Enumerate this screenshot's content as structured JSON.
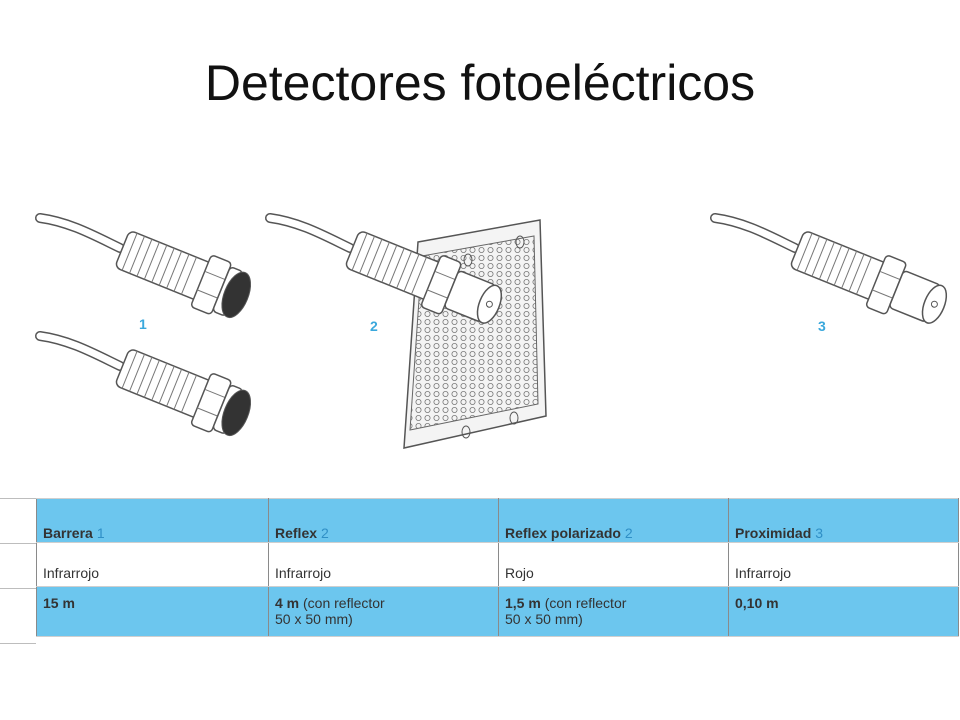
{
  "slide": {
    "title": "Detectores fotoeléctricos"
  },
  "illustration": {
    "labels": [
      "1",
      "2",
      "3"
    ],
    "colors": {
      "label": "#3aa8dc",
      "line": "#555555",
      "lens": "#333333"
    }
  },
  "table": {
    "header": [
      {
        "name": "Barrera",
        "num": "1"
      },
      {
        "name": "Reflex",
        "num": "2"
      },
      {
        "name": "Reflex polarizado",
        "num": "2"
      },
      {
        "name": "Proximidad",
        "num": "3"
      }
    ],
    "light_type": [
      "Infrarrojo",
      "Infrarrojo",
      "Rojo",
      "Infrarrojo"
    ],
    "range": [
      {
        "value": "15 m",
        "note": "",
        "note2": ""
      },
      {
        "value": "4 m",
        "note": " (con reflector",
        "note2": "50 x 50 mm)"
      },
      {
        "value": "1,5 m",
        "note": " (con reflector",
        "note2": "50 x 50 mm)"
      },
      {
        "value": "0,10 m",
        "note": "",
        "note2": ""
      }
    ],
    "colors": {
      "header_bg": "#6cc6ee",
      "number": "#2f8fc6"
    }
  }
}
